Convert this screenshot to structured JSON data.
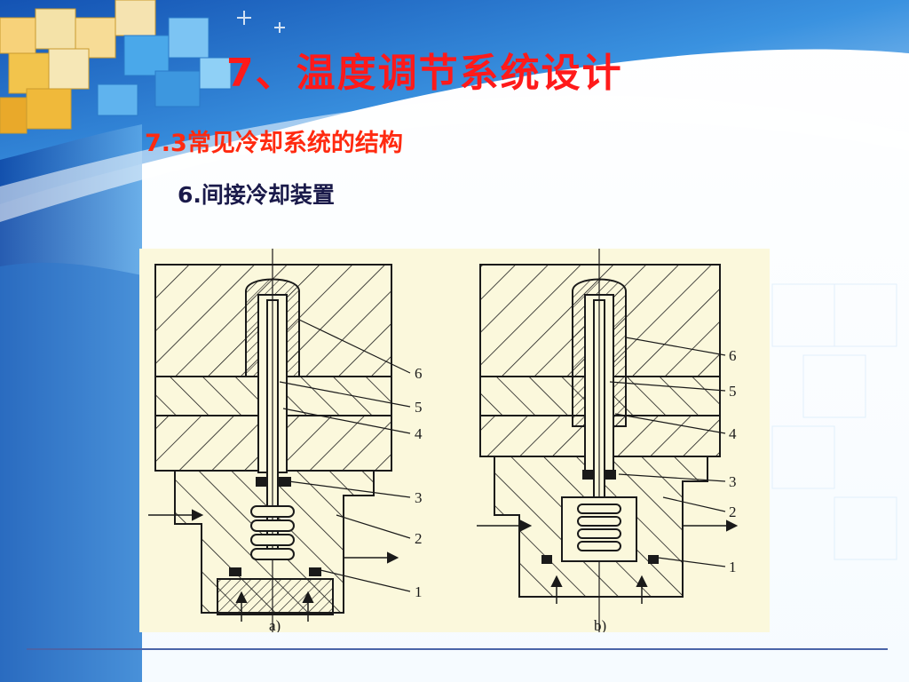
{
  "slide": {
    "title": "7、温度调节系统设计",
    "subtitle": "7.3常见冷却系统的结构",
    "item": "6.间接冷却装置"
  },
  "figure": {
    "panel_a": {
      "caption": "a)",
      "labels": [
        "6",
        "5",
        "4",
        "3",
        "2",
        "1"
      ]
    },
    "panel_b": {
      "caption": "b)",
      "labels": [
        "6",
        "5",
        "4",
        "3",
        "2",
        "1"
      ]
    }
  },
  "colors": {
    "title": "#ff1a1a",
    "subtitle": "#ff2a10",
    "item": "#1a1a4a",
    "figure_background": "#fbf8dc",
    "line": "#1a1a1a",
    "background_blue": "#1f5fbf",
    "accent_blue": "#3a8fd6"
  }
}
